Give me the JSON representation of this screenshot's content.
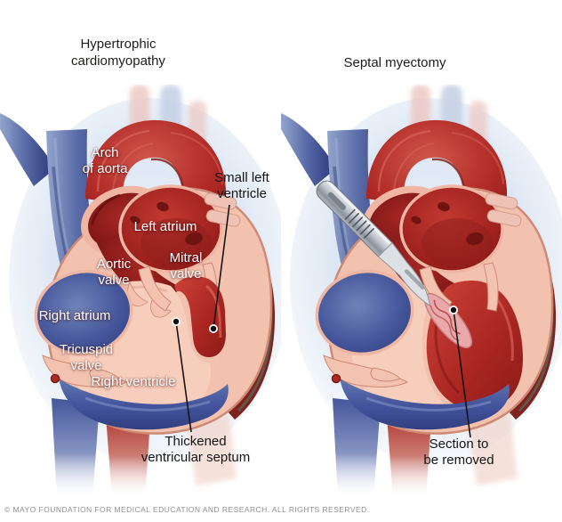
{
  "titles": {
    "left": "Hypertrophic\ncardiomyopathy",
    "right": "Septal myectomy"
  },
  "left_heart": {
    "labels": {
      "arch_of_aorta": "Arch\nof aorta",
      "left_atrium": "Left atrium",
      "aortic_valve": "Aortic\nvalve",
      "mitral_valve": "Mitral\nvalve",
      "right_atrium": "Right atrium",
      "tricuspid_valve": "Tricuspid\nvalve",
      "right_ventricle": "Right ventricle"
    },
    "callouts": {
      "small_left_ventricle": "Small left\nventricle",
      "thickened_ventricular_septum": "Thickened\nventricular septum"
    }
  },
  "right_heart": {
    "callouts": {
      "section_to_be_removed": "Section to\nbe removed"
    }
  },
  "footer": {
    "copyright": "© MAYO FOUNDATION FOR MEDICAL EDUCATION AND RESEARCH. ALL RIGHTS RESERVED."
  },
  "colors": {
    "artery_red": "#b5292b",
    "chamber_dark_red": "#8e1e1c",
    "heart_wall_salmon": "#f2c2af",
    "septum_pink": "#f7cdbb",
    "vein_blue": "#4d5f9c",
    "background_glow": "#dce6f4",
    "scalpel_steel": "#b9bec6",
    "label_text": "#ffffff",
    "callout_text": "#1a1a1a",
    "footer_text": "#8f8f8f"
  }
}
